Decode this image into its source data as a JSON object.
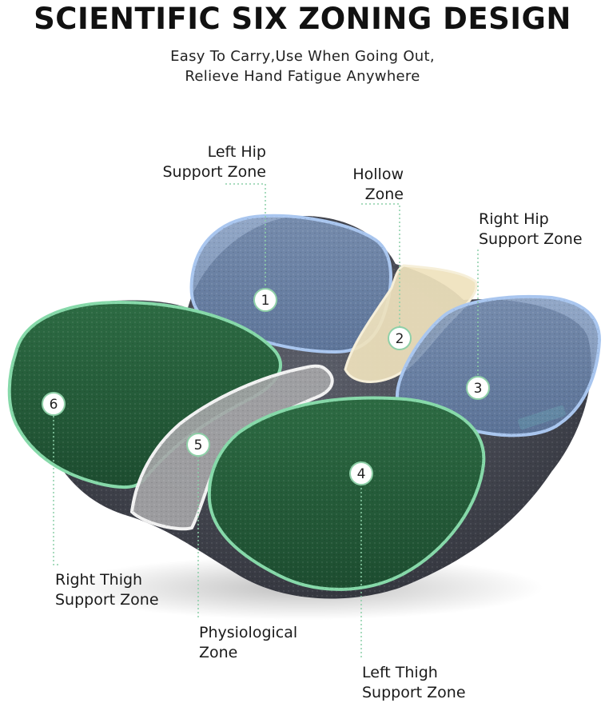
{
  "title": "SCIENTIFIC SIX ZONING DESIGN",
  "subtitle": {
    "line1": "Easy To Carry,Use When Going Out,",
    "line2": "Relieve Hand Fatigue Anywhere"
  },
  "zones": [
    {
      "number": "1",
      "line1": "Left Hip",
      "line2": "Support Zone",
      "color": "#9fbbe0"
    },
    {
      "number": "2",
      "line1": "Hollow",
      "line2": "Zone",
      "color": "#efe3c2"
    },
    {
      "number": "3",
      "line1": "Right Hip",
      "line2": "Support Zone",
      "color": "#9fbbe0"
    },
    {
      "number": "4",
      "line1": "Left Thigh",
      "line2": "Support Zone",
      "color": "#2f7a4c"
    },
    {
      "number": "5",
      "line1": "Physiological",
      "line2": "Zone",
      "color": "#bdbdbd"
    },
    {
      "number": "6",
      "line1": "Right Thigh",
      "line2": "Support Zone",
      "color": "#2f7a4c"
    }
  ],
  "colors": {
    "cushion_body": "#4a4d57",
    "hip_zone_outline": "#8fb4e6",
    "thigh_zone_outline": "#7fd1a0",
    "leader_line": "#7fc7a0"
  }
}
